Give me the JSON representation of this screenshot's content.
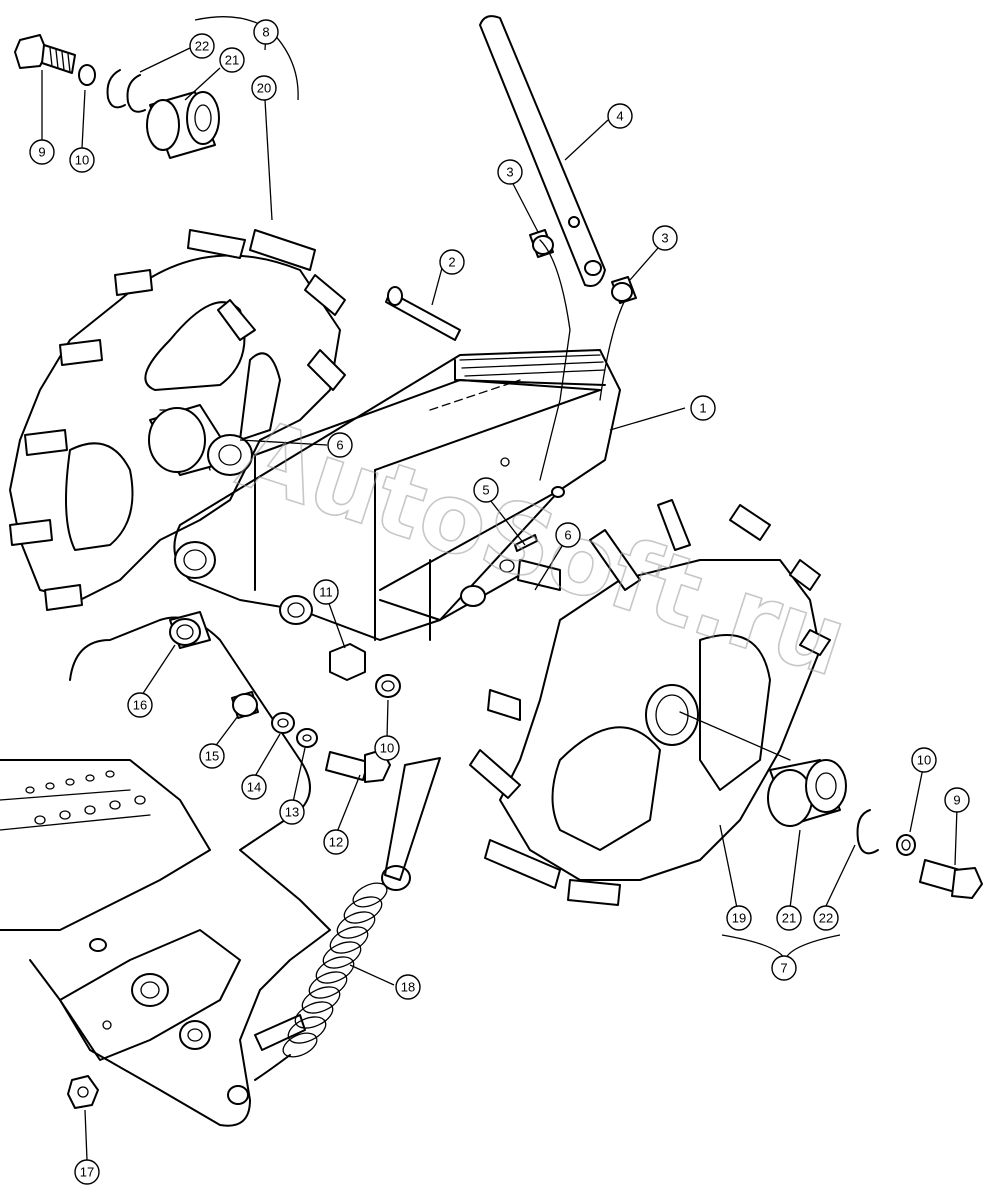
{
  "watermark": "AutoSoft.ru",
  "callouts": {
    "c1": "1",
    "c2": "2",
    "c3a": "3",
    "c3b": "3",
    "c4": "4",
    "c5": "5",
    "c6a": "6",
    "c6b": "6",
    "c7": "7",
    "c8": "8",
    "c9a": "9",
    "c9b": "9",
    "c10a": "10",
    "c10b": "10",
    "c10c": "10",
    "c11": "11",
    "c12": "12",
    "c13": "13",
    "c14": "14",
    "c15": "15",
    "c16": "16",
    "c17": "17",
    "c18": "18",
    "c19": "19",
    "c20": "20",
    "c21a": "21",
    "c21b": "21",
    "c22a": "22",
    "c22b": "22"
  }
}
